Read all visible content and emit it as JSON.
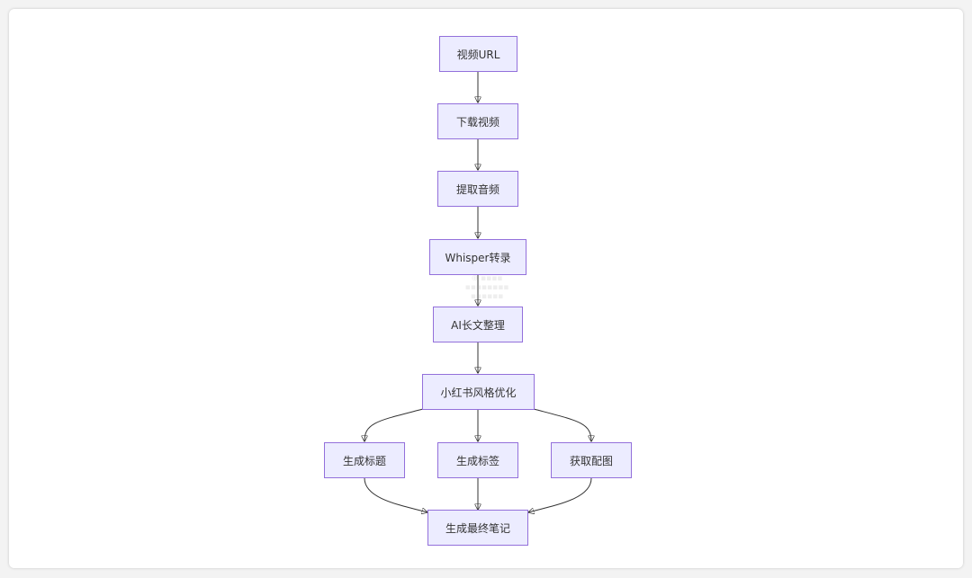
{
  "flowchart": {
    "nodes": {
      "video_url": "视频URL",
      "download": "下载视频",
      "extract_audio": "提取音频",
      "whisper": "Whisper转录",
      "ai_organize": "AI长文整理",
      "xhs_optimize": "小红书风格优化",
      "gen_title": "生成标题",
      "gen_tags": "生成标签",
      "get_images": "获取配图",
      "final_note": "生成最终笔记"
    },
    "edges": [
      [
        "video_url",
        "download"
      ],
      [
        "download",
        "extract_audio"
      ],
      [
        "extract_audio",
        "whisper"
      ],
      [
        "whisper",
        "ai_organize"
      ],
      [
        "ai_organize",
        "xhs_optimize"
      ],
      [
        "xhs_optimize",
        "gen_title"
      ],
      [
        "xhs_optimize",
        "gen_tags"
      ],
      [
        "xhs_optimize",
        "get_images"
      ],
      [
        "gen_title",
        "final_note"
      ],
      [
        "gen_tags",
        "final_note"
      ],
      [
        "get_images",
        "final_note"
      ]
    ]
  },
  "colors": {
    "node_fill": "#ececff",
    "node_border": "#9370db",
    "edge": "#333333"
  }
}
